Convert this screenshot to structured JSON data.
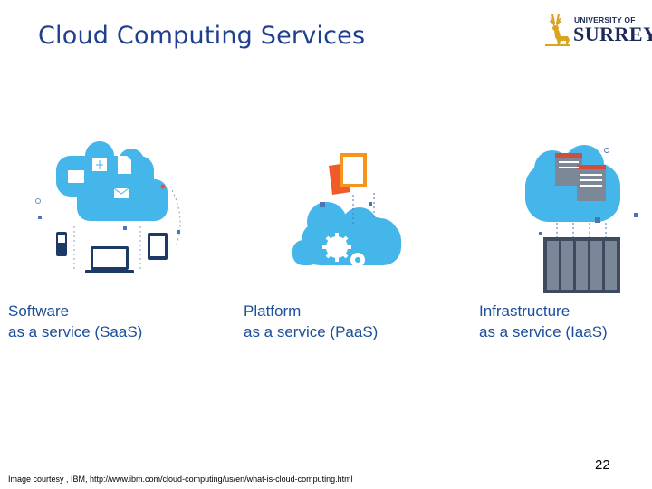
{
  "slide": {
    "title": "Cloud Computing Services",
    "page_number": "22",
    "credit": "Image courtesy , IBM, http://www.ibm.com/cloud-computing/us/en/what-is-cloud-computing.html"
  },
  "logo": {
    "line1": "UNIVERSITY OF",
    "line2": "SURREY"
  },
  "services": [
    {
      "title": "Software",
      "subtitle": "as a service (SaaS)",
      "icon": "saas-cloud-devices-icon"
    },
    {
      "title": "Platform",
      "subtitle": "as a service (PaaS)",
      "icon": "paas-cloud-gears-icon"
    },
    {
      "title": "Infrastructure",
      "subtitle": "as a service (IaaS)",
      "icon": "iaas-cloud-servers-icon"
    }
  ],
  "colors": {
    "title": "#1f3f8f",
    "cloud": "#45b6ea",
    "device": "#1d3a66",
    "caption": "#1c4f9a",
    "accent_orange": "#f7941d"
  }
}
